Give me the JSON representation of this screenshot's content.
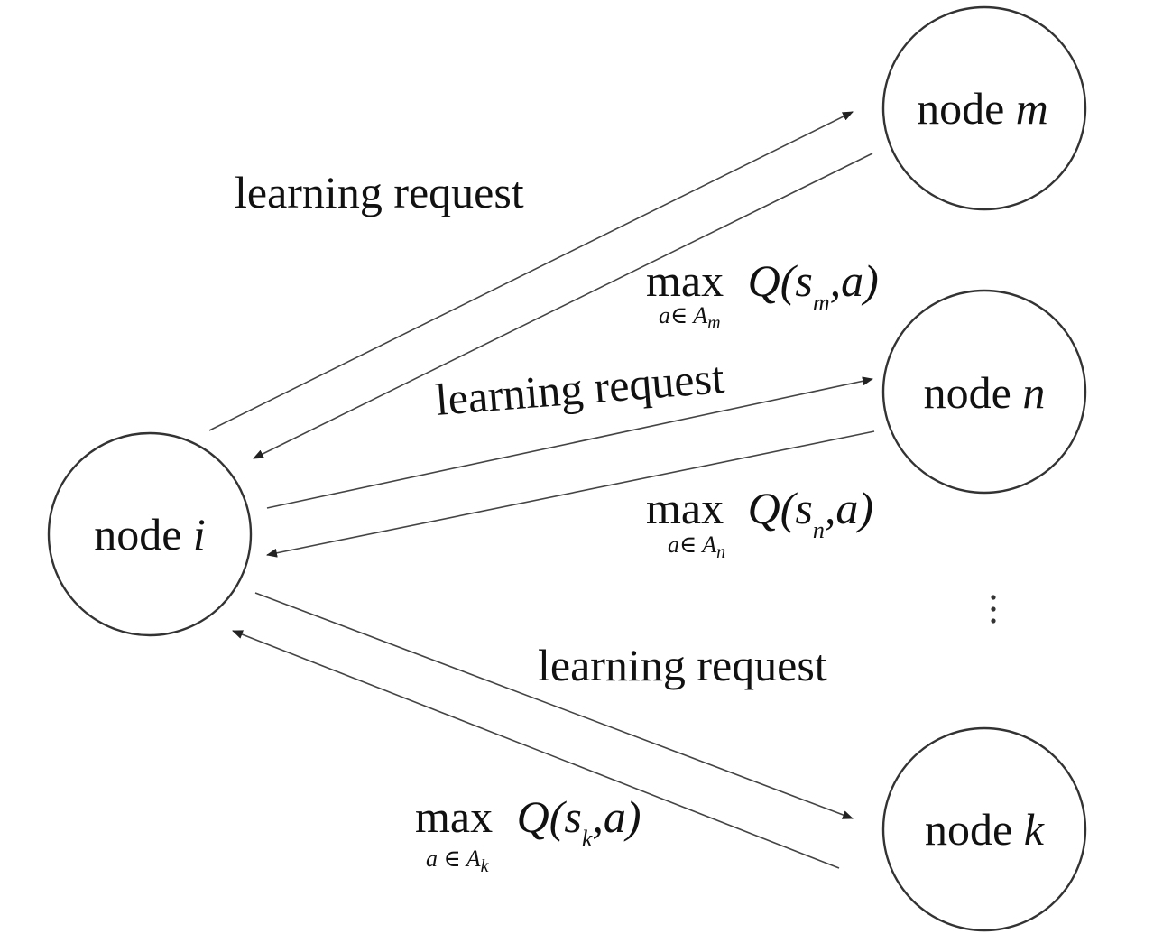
{
  "nodes": {
    "i": {
      "prefix": "node",
      "var": "i"
    },
    "m": {
      "prefix": "node",
      "var": "m"
    },
    "n": {
      "prefix": "node",
      "var": "n"
    },
    "k": {
      "prefix": "node",
      "var": "k"
    }
  },
  "edge_labels": {
    "request_m": "learning request",
    "request_n": "learning request",
    "request_k": "learning request"
  },
  "formulas": {
    "m": {
      "op": "max",
      "func": "Q(",
      "state": "s",
      "state_sub": "m",
      "tail": ",a)",
      "under": "a∈ A",
      "under_sub": "m"
    },
    "n": {
      "op": "max",
      "func": "Q(",
      "state": "s",
      "state_sub": "n",
      "tail": ",a)",
      "under": "a∈ A",
      "under_sub": "n"
    },
    "k": {
      "op": "max",
      "func": "Q(",
      "state": "s",
      "state_sub": "k",
      "tail": ",a)",
      "under": "a ∈ A",
      "under_sub": "k"
    }
  },
  "ellipsis": "⋮"
}
